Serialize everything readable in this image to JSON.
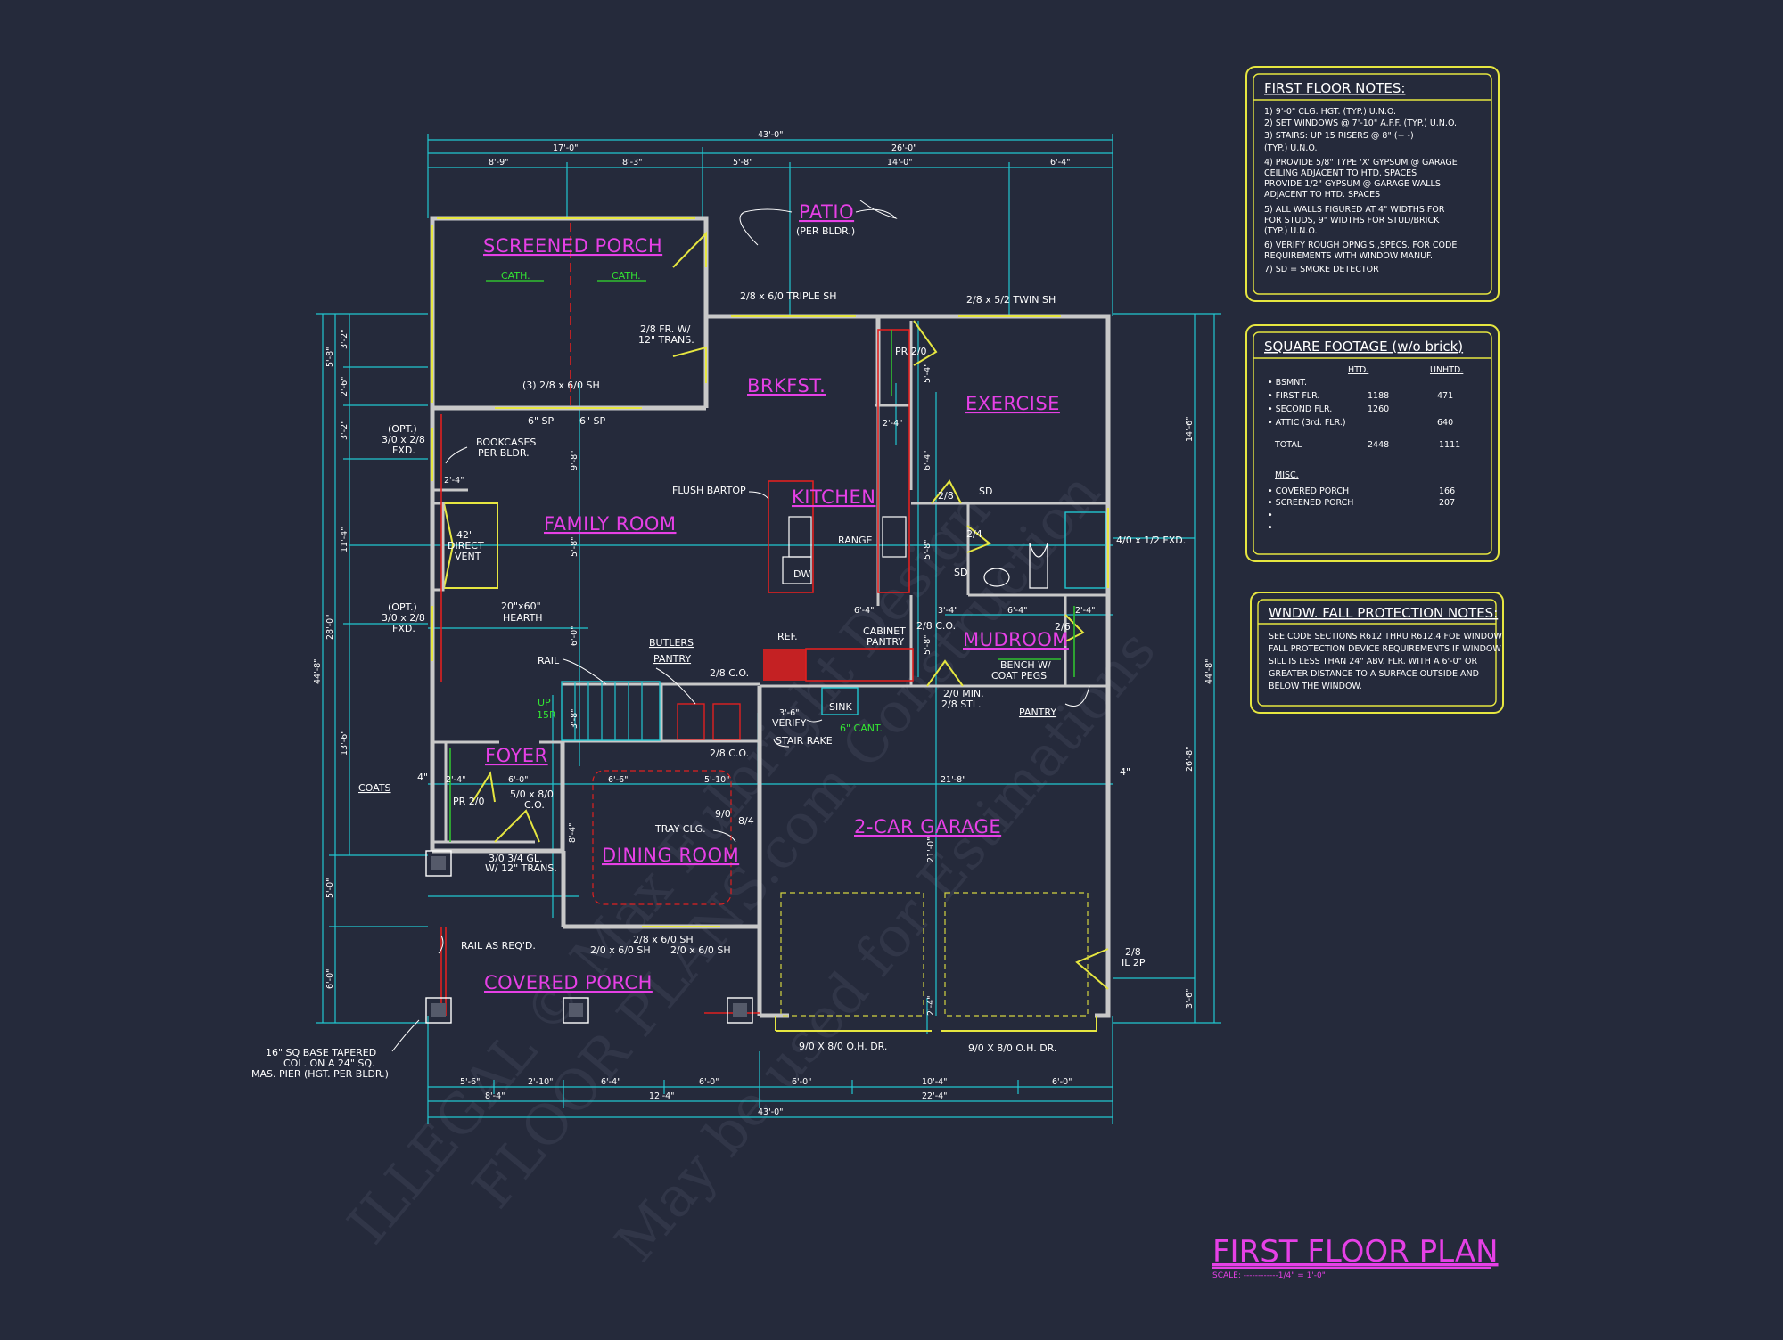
{
  "title": "FIRST FLOOR PLAN",
  "scale": "SCALE: ------------1/4\" = 1'-0\"",
  "watermark": [
    "ILLEGAL © Max Fulbright Design",
    "FLOOR PLANS.com Construction",
    "May be used for Estimations"
  ],
  "rooms": {
    "screened_porch": "SCREENED PORCH",
    "patio": "PATIO",
    "patio_note": "(PER BLDR.)",
    "brkfst": "BRKFST.",
    "exercise": "EXERCISE",
    "kitchen": "KITCHEN",
    "family_room": "FAMILY ROOM",
    "mudroom": "MUDROOM",
    "foyer": "FOYER",
    "dining_room": "DINING ROOM",
    "garage": "2-CAR GARAGE",
    "covered_porch": "COVERED PORCH",
    "butlers_pantry": "BUTLERS",
    "butlers_pantry2": "PANTRY",
    "pantry": "PANTRY",
    "coats": "COATS"
  },
  "labels": {
    "cath1": "CATH.",
    "cath2": "CATH.",
    "triple_sh": "2/8 x 6/0 TRIPLE SH",
    "twin_sh": "2/8 x 5/2 TWIN SH",
    "fr_trans": "2/8 FR. W/",
    "fr_trans2": "12\" TRANS.",
    "three_sh": "(3) 2/8 x 6/0 SH",
    "sp1": "6\" SP",
    "sp2": "6\" SP",
    "opt1a": "(OPT.)",
    "opt1b": "3/0 x 2/8",
    "opt1c": "FXD.",
    "bookcases": "BOOKCASES",
    "bookcases2": "PER BLDR.",
    "direct_vent1": "42\"",
    "direct_vent2": "DIRECT",
    "direct_vent3": "VENT",
    "hearth1": "20\"x60\"",
    "hearth2": "HEARTH",
    "opt2a": "(OPT.)",
    "opt2b": "3/0 x 2/8",
    "opt2c": "FXD.",
    "flush_bartop": "FLUSH BARTOP",
    "range": "RANGE",
    "dw": "DW",
    "ref": "REF.",
    "cabinet_pantry1": "CABINET",
    "cabinet_pantry2": "PANTRY",
    "pr_2_0_top": "PR 2/0",
    "d28": "2/8",
    "d24": "2/4",
    "sd1": "SD",
    "sd2": "SD",
    "fxd_right": "4/0 x 1/2 FXD.",
    "co_28_a": "2/8 C.O.",
    "bench1": "BENCH W/",
    "bench2": "COAT PEGS",
    "d26": "2/6",
    "min_stl1": "2/0 MIN.",
    "min_stl2": "2/8 STL.",
    "rail": "RAIL",
    "up": "UP",
    "risers": "15R",
    "co_28_b": "2/8 C.O.",
    "sink": "SINK",
    "verify": "VERIFY",
    "cant": "6\" CANT.",
    "stair_rake": "STAIR RAKE",
    "co_28_c": "2/8 C.O.",
    "pr_2_0_bot": "PR 2/0",
    "co_50_1": "5/0 x 8/0",
    "co_50_2": "C.O.",
    "gl_trans1": "3/0 3/4 GL.",
    "gl_trans2": "W/ 12\" TRANS.",
    "tray": "TRAY CLG.",
    "d90": "9/0",
    "d84": "8/4",
    "rail_req": "RAIL AS REQ'D.",
    "sh_28": "2/8 x 6/0 SH",
    "sh_20_a": "2/0 x 6/0 SH",
    "sh_20_b": "2/0 x 6/0 SH",
    "col1": "16\" SQ BASE TAPERED",
    "col2": "COL. ON A 24\" SQ.",
    "col3": "MAS. PIER (HGT. PER BLDR.)",
    "ohdr1": "9/0 X 8/0 O.H. DR.",
    "ohdr2": "9/0 X 8/0 O.H. DR.",
    "il2p1": "2/8",
    "il2p2": "IL 2P",
    "four_in_a": "4\"",
    "four_in_b": "4\""
  },
  "dims_top": {
    "overall": "43'-0\"",
    "a": "17'-0\"",
    "b": "26'-0\"",
    "c1": "8'-9\"",
    "c2": "8'-3\"",
    "c3": "5'-8\"",
    "c4": "14'-0\"",
    "c5": "6'-4\""
  },
  "dims_bottom": {
    "r1a": "5'-6\"",
    "r1b": "2'-10\"",
    "r1c": "6'-4\"",
    "r1d": "6'-0\"",
    "r1e": "6'-0\"",
    "r1f": "10'-4\"",
    "r1g": "6'-0\"",
    "r2a": "8'-4\"",
    "r2b": "12'-4\"",
    "r2c": "22'-4\"",
    "overall": "43'-0\""
  },
  "dims_left": {
    "overall": "44'-8\"",
    "a": "28'-0\"",
    "b": "5'-8\"",
    "c": "3'-2\"",
    "d": "2'-6\"",
    "e": "3'-2\"",
    "f": "11'-4\"",
    "g": "13'-6\"",
    "h": "5'-0\"",
    "i": "6'-0\""
  },
  "dims_right": {
    "overall": "44'-8\"",
    "a": "14'-6\"",
    "b": "26'-8\"",
    "c": "3'-6\""
  },
  "dims_interior": {
    "i1": "2'-4\"",
    "i2": "9'-8\"",
    "i3": "5'-8\"",
    "i4": "6'-0\"",
    "i5": "3'-8\"",
    "i6": "2'-4\"",
    "i7": "6'-4\"",
    "i8": "5'-4\"",
    "i9": "6'-4\"",
    "i10": "5'-8\"",
    "i11": "3'-4\"",
    "i12": "6'-4\"",
    "i13": "2'-4\"",
    "i14": "5'-8\"",
    "i15": "6'-0\"",
    "i16": "6'-6\"",
    "i17": "5'-10\"",
    "i18": "21'-8\"",
    "i19": "2'-4\"",
    "i20": "3'-6\"",
    "i21": "21'-0\"",
    "i22": "8'-4\"",
    "i23": "2'-4\""
  },
  "notes_first_floor": {
    "heading": "FIRST FLOOR NOTES:",
    "lines": [
      "1) 9'-0\" CLG. HGT. (TYP.) U.N.O.",
      "2) SET WINDOWS @ 7'-10\" A.F.F. (TYP.) U.N.O.",
      "3) STAIRS: UP 15 RISERS @ 8\" (+ -)",
      "    (TYP.) U.N.O.",
      "4) PROVIDE 5/8\" TYPE 'X' GYPSUM @ GARAGE",
      "    CEILING ADJACENT TO HTD. SPACES",
      "    PROVIDE 1/2\" GYPSUM @ GARAGE WALLS",
      "    ADJACENT TO HTD. SPACES",
      "5) ALL WALLS FIGURED AT 4\" WIDTHS FOR",
      "    FOR STUDS, 9\" WIDTHS FOR STUD/BRICK",
      "    (TYP.) U.N.O.",
      "6) VERIFY ROUGH OPNG'S.,SPECS. FOR CODE",
      "    REQUIREMENTS WITH WINDOW MANUF.",
      "7) SD = SMOKE DETECTOR"
    ]
  },
  "square_footage": {
    "heading": "SQUARE FOOTAGE (w/o brick)",
    "col_htd": "HTD.",
    "col_unhtd": "UNHTD.",
    "rows": [
      {
        "label": "• BSMNT.",
        "htd": "",
        "unhtd": ""
      },
      {
        "label": "• FIRST FLR.",
        "htd": "1188",
        "unhtd": "471"
      },
      {
        "label": "• SECOND FLR.",
        "htd": "1260",
        "unhtd": ""
      },
      {
        "label": "• ATTIC (3rd. FLR.)",
        "htd": "",
        "unhtd": "640"
      },
      {
        "label": "TOTAL",
        "htd": "2448",
        "unhtd": "1111"
      }
    ],
    "misc_heading": "MISC.",
    "misc_rows": [
      {
        "label": "• COVERED PORCH",
        "value": "166"
      },
      {
        "label": "• SCREENED PORCH",
        "value": "207"
      },
      {
        "label": "•",
        "value": ""
      },
      {
        "label": "•",
        "value": ""
      }
    ]
  },
  "fall_protection": {
    "heading": "WNDW. FALL PROTECTION NOTES:",
    "lines": [
      "SEE CODE SECTIONS R612 THRU R612.4 FOE WINDOW",
      "FALL PROTECTION DEVICE REQUIREMENTS IF WINDOW",
      "SILL IS LESS THAN 24\" ABV. FLR. WITH A 6'-0\" OR",
      "GREATER DISTANCE TO A SURFACE OUTSIDE AND",
      "BELOW THE WINDOW."
    ]
  },
  "colors": {
    "background": "#252a3b",
    "room_label": "#e640e6",
    "dimension": "#22c6d0",
    "window": "#e6e640",
    "wall": "#c8c8c8",
    "note_box": "#e6e640",
    "accent_red": "#e02020",
    "accent_green": "#33e633"
  }
}
